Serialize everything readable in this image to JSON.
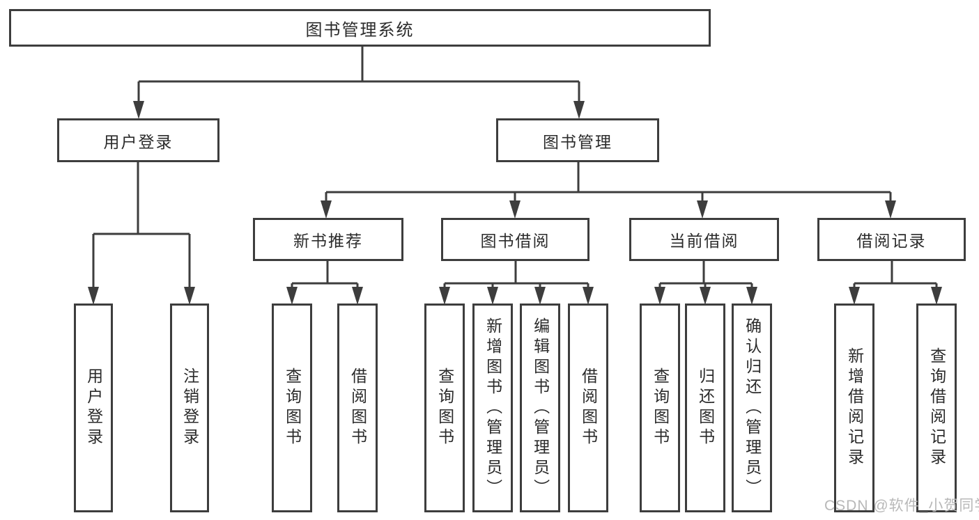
{
  "diagram": {
    "title": "图书管理系统",
    "level2": [
      "用户登录",
      "图书管理"
    ],
    "level3": [
      "新书推荐",
      "图书借阅",
      "当前借阅",
      "借阅记录"
    ],
    "leaves": {
      "user_login": [
        "用户登录",
        "注销登录"
      ],
      "new_books": [
        "查询图书",
        "借阅图书"
      ],
      "book_borrowing": [
        "查询图书",
        "新增图书（管理员）",
        "编辑图书（管理员）",
        "借阅图书"
      ],
      "current_borrowing": [
        "查询图书",
        "归还图书",
        "确认归还（管理员）"
      ],
      "borrowing_records": [
        "新增借阅记录",
        "查询借阅记录"
      ]
    },
    "watermark": "CSDN @软件_小贺同学",
    "colors": {
      "line": "#3d3d3d",
      "text": "#2b2b2b",
      "watermark": "#b8b8b8",
      "background": "#ffffff"
    }
  }
}
